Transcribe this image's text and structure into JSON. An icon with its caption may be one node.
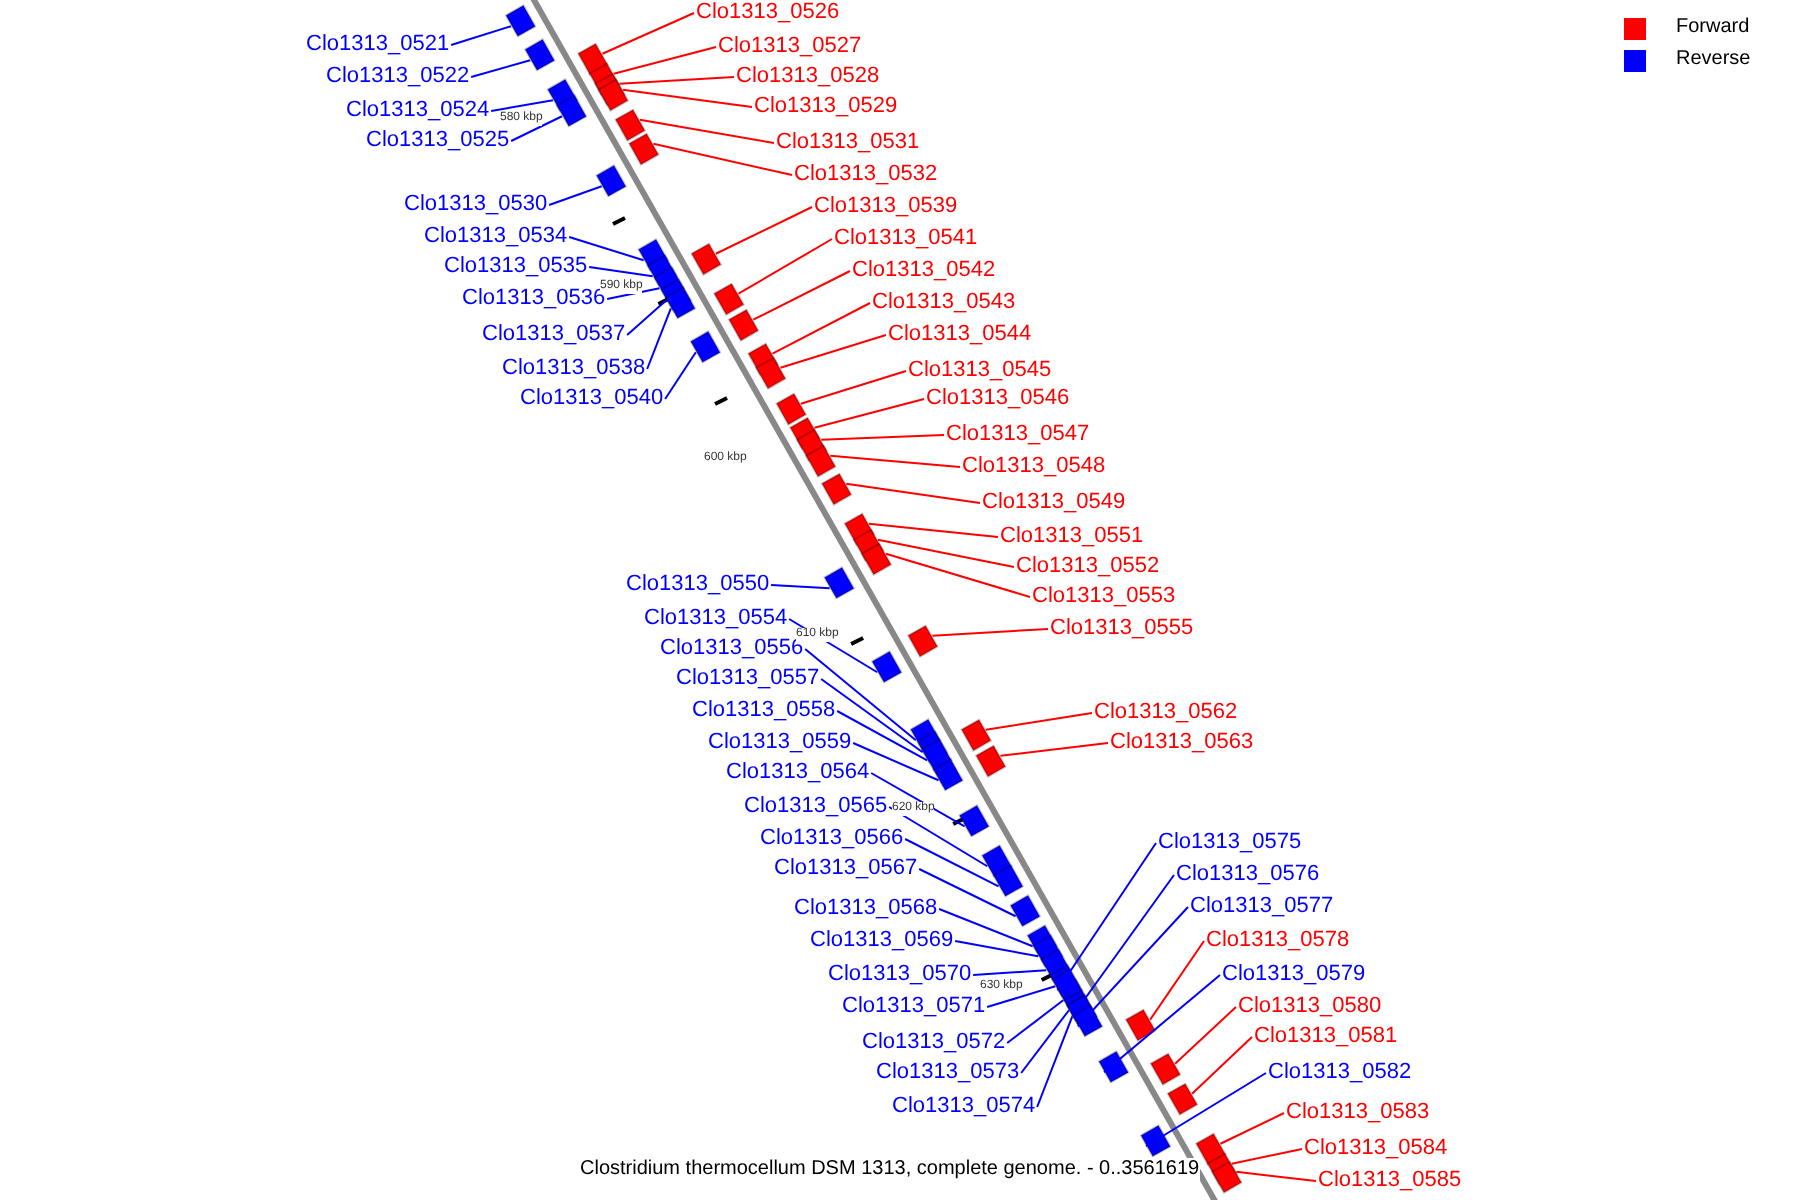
{
  "diagram": {
    "caption": "Clostridium thermocellum DSM 1313, complete genome. - 0..3561619",
    "nodes": [
      {
        "text": [
          "Clo1313_0521"
        ]
      },
      {
        "text": [
          "Clo1313_0522"
        ]
      },
      {
        "text": [
          "Clo1313_0524"
        ]
      },
      {
        "text": [
          "Clo1313_0525"
        ]
      },
      {
        "text": [
          "Clo1313_0526"
        ]
      },
      {
        "text": [
          "Clo1313_0527"
        ]
      },
      {
        "text": [
          "Clo1313_0528"
        ]
      },
      {
        "text": [
          "Clo1313_0529"
        ]
      },
      {
        "text": [
          "Clo1313_0530"
        ]
      },
      {
        "text": [
          "Clo1313_0531"
        ]
      },
      {
        "text": [
          "Clo1313_0532"
        ]
      },
      {
        "text": [
          "Clo1313_0534"
        ]
      },
      {
        "text": [
          "Clo1313_0535"
        ]
      },
      {
        "text": [
          "Clo1313_0536"
        ]
      },
      {
        "text": [
          "Clo1313_0537"
        ]
      },
      {
        "text": [
          "Clo1313_0538"
        ]
      },
      {
        "text": [
          "Clo1313_0539"
        ]
      },
      {
        "text": [
          "Clo1313_0540"
        ]
      },
      {
        "text": [
          "Clo1313_0541"
        ]
      },
      {
        "text": [
          "Clo1313_0542"
        ]
      },
      {
        "text": [
          "Clo1313_0543"
        ]
      },
      {
        "text": [
          "Clo1313_0544"
        ]
      },
      {
        "text": [
          "Clo1313_0545"
        ]
      },
      {
        "text": [
          "Clo1313_0546"
        ]
      },
      {
        "text": [
          "Clo1313_0547"
        ]
      },
      {
        "text": [
          "Clo1313_0548"
        ]
      },
      {
        "text": [
          "Clo1313_0549"
        ]
      },
      {
        "text": [
          "Clo1313_0550"
        ]
      },
      {
        "text": [
          "Clo1313_0551"
        ]
      },
      {
        "text": [
          "Clo1313_0552"
        ]
      },
      {
        "text": [
          "Clo1313_0553"
        ]
      },
      {
        "text": [
          "Clo1313_0554"
        ]
      },
      {
        "text": [
          "Clo1313_0555"
        ]
      },
      {
        "text": [
          "Clo1313_0556"
        ]
      },
      {
        "text": [
          "Clo1313_0557"
        ]
      },
      {
        "text": [
          "Clo1313_0558"
        ]
      },
      {
        "text": [
          "Clo1313_0559"
        ]
      },
      {
        "text": [
          "Clo1313_0562"
        ]
      },
      {
        "text": [
          "Clo1313_0563"
        ]
      },
      {
        "text": [
          "Clo1313_0564"
        ]
      },
      {
        "text": [
          "Clo1313_0565"
        ]
      },
      {
        "text": [
          "Clo1313_0566"
        ]
      },
      {
        "text": [
          "Clo1313_0567"
        ]
      },
      {
        "text": [
          "Clo1313_0568"
        ]
      },
      {
        "text": [
          "Clo1313_0569"
        ]
      },
      {
        "text": [
          "Clo1313_0570"
        ]
      },
      {
        "text": [
          "Clo1313_0571"
        ]
      },
      {
        "text": [
          "Clo1313_0572"
        ]
      },
      {
        "text": [
          "Clo1313_0573"
        ]
      },
      {
        "text": [
          "Clo1313_0574"
        ]
      },
      {
        "text": [
          "Clo1313_0575"
        ]
      },
      {
        "text": [
          "Clo1313_0576"
        ]
      },
      {
        "text": [
          "Clo1313_0577"
        ]
      },
      {
        "text": [
          "Clo1313_0578"
        ]
      },
      {
        "text": [
          "Clo1313_0579"
        ]
      },
      {
        "text": [
          "Clo1313_0580"
        ]
      },
      {
        "text": [
          "Clo1313_0581"
        ]
      },
      {
        "text": [
          "Clo1313_0582"
        ]
      },
      {
        "text": [
          "Clo1313_0583"
        ]
      },
      {
        "text": [
          "Clo1313_0584"
        ]
      },
      {
        "text": [
          "Clo1313_0585"
        ]
      },
      {
        "text": [],
        "shape": "box"
      },
      {
        "text": [],
        "shape": "box"
      },
      {
        "text": [],
        "shape": "box"
      },
      {
        "text": [],
        "shape": "box"
      },
      {
        "text": [],
        "shape": "box"
      },
      {
        "text": [],
        "shape": "box"
      },
      {
        "text": [],
        "shape": "box"
      },
      {
        "text": [],
        "shape": "box"
      },
      {
        "text": [],
        "shape": "box"
      },
      {
        "text": [],
        "shape": "box"
      },
      {
        "text": [],
        "shape": "box"
      },
      {
        "text": [],
        "shape": "box"
      },
      {
        "text": [],
        "shape": "box"
      },
      {
        "text": [],
        "shape": "box"
      },
      {
        "text": [],
        "shape": "box"
      },
      {
        "text": [],
        "shape": "box"
      },
      {
        "text": [],
        "shape": "box"
      },
      {
        "text": [],
        "shape": "box"
      },
      {
        "text": [],
        "shape": "box"
      },
      {
        "text": [],
        "shape": "box"
      },
      {
        "text": [],
        "shape": "box"
      },
      {
        "text": [],
        "shape": "box"
      },
      {
        "text": [],
        "shape": "box"
      },
      {
        "text": [],
        "shape": "box"
      },
      {
        "text": [],
        "shape": "box"
      },
      {
        "text": [],
        "shape": "box"
      },
      {
        "text": [],
        "shape": "box"
      },
      {
        "text": [],
        "shape": "box"
      },
      {
        "text": [],
        "shape": "box"
      },
      {
        "text": [],
        "shape": "box"
      },
      {
        "text": [],
        "shape": "box"
      },
      {
        "text": [],
        "shape": "box"
      },
      {
        "text": [],
        "shape": "box"
      },
      {
        "text": [],
        "shape": "box"
      },
      {
        "text": [],
        "shape": "box"
      },
      {
        "text": [],
        "shape": "box"
      },
      {
        "text": [],
        "shape": "box"
      },
      {
        "text": [],
        "shape": "box"
      },
      {
        "text": [],
        "shape": "box"
      },
      {
        "text": [],
        "shape": "box"
      },
      {
        "text": [],
        "shape": "box"
      },
      {
        "text": [],
        "shape": "box"
      },
      {
        "text": [],
        "shape": "box"
      },
      {
        "text": [],
        "shape": "box"
      },
      {
        "text": [],
        "shape": "box"
      },
      {
        "text": [],
        "shape": "box"
      },
      {
        "text": [],
        "shape": "box"
      },
      {
        "text": [],
        "shape": "box"
      },
      {
        "text": [],
        "shape": "box"
      },
      {
        "text": [],
        "shape": "box"
      },
      {
        "text": [],
        "shape": "box"
      },
      {
        "text": [],
        "shape": "box"
      },
      {
        "text": [],
        "shape": "box"
      },
      {
        "text": [],
        "shape": "box"
      },
      {
        "text": [],
        "shape": "box"
      },
      {
        "text": [],
        "shape": "box"
      },
      {
        "text": [],
        "shape": "box"
      },
      {
        "text": [],
        "shape": "box"
      },
      {
        "text": [],
        "shape": "box"
      },
      {
        "text": [],
        "shape": "box"
      },
      {
        "text": [],
        "shape": "box"
      }
    ],
    "edges": [
      {
        "from": 0,
        "to": 61,
        "arrow": "none"
      },
      {
        "from": 1,
        "to": 62,
        "arrow": "none"
      },
      {
        "from": 2,
        "to": 63,
        "arrow": "none"
      },
      {
        "from": 3,
        "to": 64,
        "arrow": "none"
      },
      {
        "from": 4,
        "to": 65,
        "arrow": "none",
        "color": "#ff0000"
      },
      {
        "from": 5,
        "to": 66,
        "arrow": "none",
        "color": "#ff0000"
      },
      {
        "from": 6,
        "to": 67,
        "arrow": "none",
        "color": "#ff0000"
      },
      {
        "from": 7,
        "to": 68,
        "arrow": "none",
        "color": "#ff0000"
      },
      {
        "from": 8,
        "to": 69,
        "arrow": "none"
      },
      {
        "from": 9,
        "to": 70,
        "arrow": "none",
        "color": "#ff0000"
      },
      {
        "from": 10,
        "to": 71,
        "arrow": "none",
        "color": "#ff0000"
      },
      {
        "from": 11,
        "to": 72,
        "arrow": "none"
      },
      {
        "from": 12,
        "to": 73,
        "arrow": "none"
      },
      {
        "from": 13,
        "to": 74,
        "arrow": "none"
      },
      {
        "from": 14,
        "to": 75,
        "arrow": "none"
      },
      {
        "from": 15,
        "to": 76,
        "arrow": "none"
      },
      {
        "from": 16,
        "to": 77,
        "arrow": "none",
        "color": "#ff0000"
      },
      {
        "from": 17,
        "to": 78,
        "arrow": "none"
      },
      {
        "from": 18,
        "to": 79,
        "arrow": "none",
        "color": "#ff0000"
      },
      {
        "from": 19,
        "to": 80,
        "arrow": "none",
        "color": "#ff0000"
      },
      {
        "from": 20,
        "to": 81,
        "arrow": "none",
        "color": "#ff0000"
      },
      {
        "from": 21,
        "to": 82,
        "arrow": "none",
        "color": "#ff0000"
      },
      {
        "from": 22,
        "to": 83,
        "arrow": "none",
        "color": "#ff0000"
      },
      {
        "from": 23,
        "to": 84,
        "arrow": "none",
        "color": "#ff0000"
      },
      {
        "from": 24,
        "to": 85,
        "arrow": "none",
        "color": "#ff0000"
      },
      {
        "from": 25,
        "to": 86,
        "arrow": "none",
        "color": "#ff0000"
      },
      {
        "from": 26,
        "to": 87,
        "arrow": "none",
        "color": "#ff0000"
      },
      {
        "from": 27,
        "to": 88,
        "arrow": "none"
      },
      {
        "from": 28,
        "to": 89,
        "arrow": "none",
        "color": "#ff0000"
      },
      {
        "from": 29,
        "to": 90,
        "arrow": "none",
        "color": "#ff0000"
      },
      {
        "from": 30,
        "to": 91,
        "arrow": "none",
        "color": "#ff0000"
      },
      {
        "from": 31,
        "to": 92,
        "arrow": "none"
      },
      {
        "from": 32,
        "to": 93,
        "arrow": "none",
        "color": "#ff0000"
      },
      {
        "from": 33,
        "to": 94,
        "arrow": "none"
      },
      {
        "from": 34,
        "to": 95,
        "arrow": "none"
      },
      {
        "from": 35,
        "to": 96,
        "arrow": "none"
      },
      {
        "from": 36,
        "to": 97,
        "arrow": "none"
      },
      {
        "from": 37,
        "to": 98,
        "arrow": "none",
        "color": "#ff0000"
      },
      {
        "from": 38,
        "to": 99,
        "arrow": "none",
        "color": "#ff0000"
      },
      {
        "from": 39,
        "to": 100,
        "arrow": "none"
      },
      {
        "from": 40,
        "to": 101,
        "arrow": "none"
      },
      {
        "from": 41,
        "to": 102,
        "arrow": "none"
      },
      {
        "from": 42,
        "to": 103,
        "arrow": "none"
      },
      {
        "from": 43,
        "to": 104,
        "arrow": "none"
      },
      {
        "from": 44,
        "to": 105,
        "arrow": "none"
      },
      {
        "from": 45,
        "to": 106,
        "arrow": "none"
      },
      {
        "from": 46,
        "to": 107,
        "arrow": "none"
      },
      {
        "from": 47,
        "to": 108,
        "arrow": "none"
      },
      {
        "from": 48,
        "to": 109,
        "arrow": "none"
      },
      {
        "from": 49,
        "to": 110,
        "arrow": "none"
      },
      {
        "from": 50,
        "to": 111,
        "arrow": "none"
      },
      {
        "from": 51,
        "to": 112,
        "arrow": "none"
      },
      {
        "from": 52,
        "to": 113,
        "arrow": "none"
      },
      {
        "from": 53,
        "to": 114,
        "arrow": "none",
        "color": "#ff0000"
      },
      {
        "from": 54,
        "to": 115,
        "arrow": "none"
      },
      {
        "from": 55,
        "to": 116,
        "arrow": "none",
        "color": "#ff0000"
      },
      {
        "from": 56,
        "to": 117,
        "arrow": "none",
        "color": "#ff0000"
      },
      {
        "from": 57,
        "to": 118,
        "arrow": "none"
      },
      {
        "from": 58,
        "to": 119,
        "arrow": "none",
        "color": "#ff0000"
      },
      {
        "from": 59,
        "to": 120,
        "arrow": "none",
        "color": "#ff0000"
      },
      {
        "from": 60,
        "to": 121,
        "arrow": "none",
        "color": "#ff0000"
      }
    ],
    "labels": [
      "580 kbp",
      "590 kbp",
      "600 kbp",
      "610 kbp",
      "620 kbp",
      "630 kbp"
    ],
    "legend": [
      {
        "text": "Forward",
        "color": "#ff0000"
      },
      {
        "text": "Reverse",
        "color": "#0000ff"
      }
    ]
  }
}
